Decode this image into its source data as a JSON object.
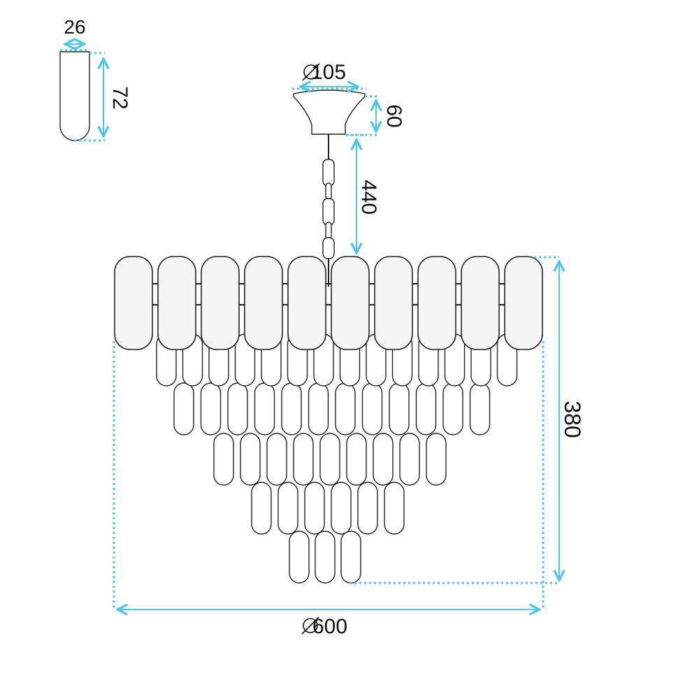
{
  "dimensions": {
    "crystal_width": "26",
    "crystal_height": "72",
    "canopy_diameter": "∅105",
    "canopy_height": "60",
    "chain_length": "440",
    "body_height": "380",
    "body_diameter": "∅600"
  },
  "colors": {
    "dimension_line": "#4cc6ea",
    "outline": "#222222",
    "background": "#ffffff"
  },
  "icons": {
    "diameter_symbol": "diameter-icon"
  }
}
